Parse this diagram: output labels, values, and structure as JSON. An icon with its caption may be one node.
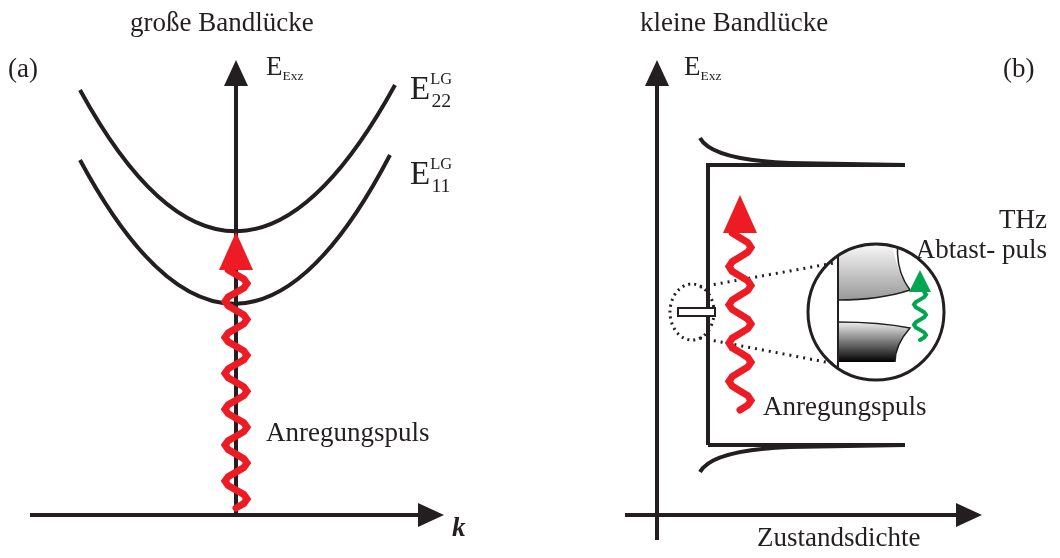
{
  "diagram": {
    "labels": [
      "große Bandlücke",
      "kleine Bandlücke",
      "(a)",
      "E$_{Exz}$",
      "E$^{LG}$$_{22}$",
      "E$_{Exz}$",
      "(b)",
      "E$^{LG}$$_{11}$",
      "THz Abtast- puls",
      "Anregungspuls",
      "Anregungspuls",
      "k",
      "Zustandsdichte"
    ]
  }
}
